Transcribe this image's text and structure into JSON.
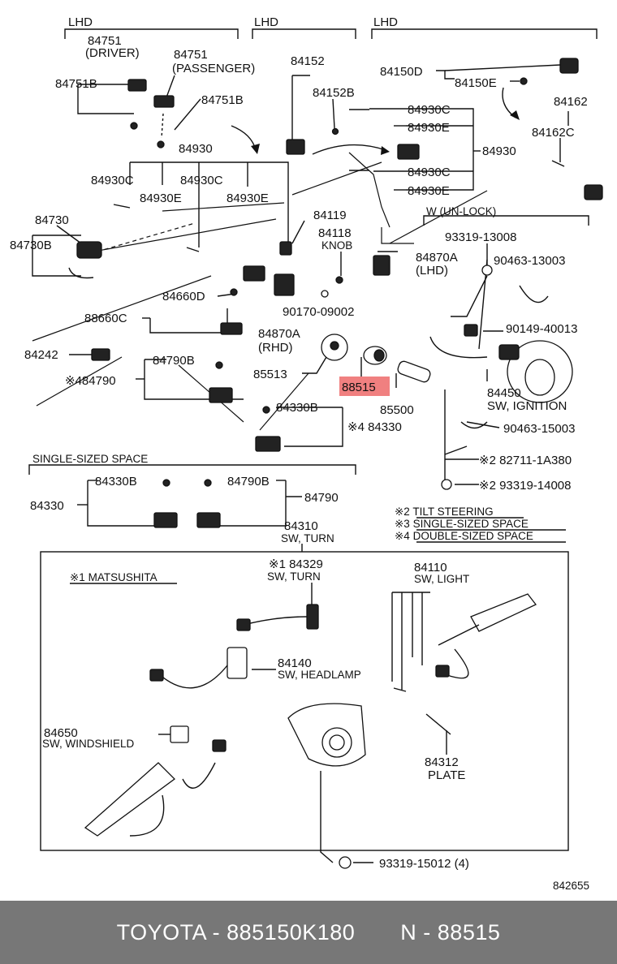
{
  "headers": [
    "LHD",
    "LHD",
    "LHD"
  ],
  "labels": [
    {
      "key": "p84751_driver",
      "text": "84751"
    },
    {
      "key": "driver",
      "text": "(DRIVER)"
    },
    {
      "key": "p84751_pass",
      "text": "84751"
    },
    {
      "key": "passenger",
      "text": "(PASSENGER)"
    },
    {
      "key": "p84751B_a",
      "text": "84751B"
    },
    {
      "key": "p84751B_b",
      "text": "84751B"
    },
    {
      "key": "p84152",
      "text": "84152"
    },
    {
      "key": "p84152B",
      "text": "84152B"
    },
    {
      "key": "p84150D",
      "text": "84150D"
    },
    {
      "key": "p84150E",
      "text": "84150E"
    },
    {
      "key": "p84162",
      "text": "84162"
    },
    {
      "key": "p84162C",
      "text": "84162C"
    },
    {
      "key": "p84930C_a",
      "text": "84930C"
    },
    {
      "key": "p84930E_a",
      "text": "84930E"
    },
    {
      "key": "p84930_r",
      "text": "84930"
    },
    {
      "key": "p84930C_b",
      "text": "84930C"
    },
    {
      "key": "p84930E_b",
      "text": "84930E"
    },
    {
      "key": "p84930_l",
      "text": "84930"
    },
    {
      "key": "p84930C_c",
      "text": "84930C"
    },
    {
      "key": "p84930C_d",
      "text": "84930C"
    },
    {
      "key": "p84930E_c",
      "text": "84930E"
    },
    {
      "key": "p84930E_d",
      "text": "84930E"
    },
    {
      "key": "p84730",
      "text": "84730"
    },
    {
      "key": "p84730B",
      "text": "84730B"
    },
    {
      "key": "p84119",
      "text": "84119"
    },
    {
      "key": "p84118",
      "text": "84118"
    },
    {
      "key": "knob",
      "text": "KNOB"
    },
    {
      "key": "p84870A_lhd",
      "text": "84870A"
    },
    {
      "key": "lhd_paren",
      "text": "(LHD)"
    },
    {
      "key": "wunlock",
      "text": "W (UN-LOCK)"
    },
    {
      "key": "p93319_13008",
      "text": "93319-13008"
    },
    {
      "key": "p90463_13003",
      "text": "90463-13003"
    },
    {
      "key": "p84660D",
      "text": "84660D"
    },
    {
      "key": "p88660C",
      "text": "88660C"
    },
    {
      "key": "p90170",
      "text": "90170-09002"
    },
    {
      "key": "p84870A_rhd",
      "text": "84870A"
    },
    {
      "key": "rhd_paren",
      "text": "(RHD)"
    },
    {
      "key": "p90149",
      "text": "90149-40013"
    },
    {
      "key": "p84242",
      "text": "84242"
    },
    {
      "key": "p84790B_a",
      "text": "84790B"
    },
    {
      "key": "p84790_a",
      "text": "※484790"
    },
    {
      "key": "p85513",
      "text": "85513"
    },
    {
      "key": "p88515_box",
      "text": "88515"
    },
    {
      "key": "p85500",
      "text": "85500"
    },
    {
      "key": "p84450",
      "text": "84450"
    },
    {
      "key": "sw_ignition",
      "text": "SW, IGNITION"
    },
    {
      "key": "p84330B_a",
      "text": "84330B"
    },
    {
      "key": "p84330_a",
      "text": "※4 84330"
    },
    {
      "key": "p90463_15003",
      "text": "90463-15003"
    },
    {
      "key": "single_sized",
      "text": "SINGLE-SIZED SPACE"
    },
    {
      "key": "p82711",
      "text": "※2  82711-1A380"
    },
    {
      "key": "p93319_14008",
      "text": "※2  93319-14008"
    },
    {
      "key": "p84330B_b",
      "text": "84330B"
    },
    {
      "key": "p84790B_b",
      "text": "84790B"
    },
    {
      "key": "p84330_b",
      "text": "84330"
    },
    {
      "key": "p84790_b",
      "text": "84790"
    },
    {
      "key": "note2",
      "text": "※2 TILT STEERING"
    },
    {
      "key": "note3",
      "text": "※3 SINGLE-SIZED SPACE"
    },
    {
      "key": "note4",
      "text": "※4 DOUBLE-SIZED SPACE"
    },
    {
      "key": "p84310",
      "text": "84310"
    },
    {
      "key": "sw_turn_a",
      "text": "SW, TURN"
    },
    {
      "key": "matsushita",
      "text": "※1 MATSUSHITA"
    },
    {
      "key": "p84329",
      "text": "※1  84329"
    },
    {
      "key": "sw_turn_b",
      "text": "SW, TURN"
    },
    {
      "key": "p84110",
      "text": "84110"
    },
    {
      "key": "sw_light",
      "text": "SW, LIGHT"
    },
    {
      "key": "p84140",
      "text": "84140"
    },
    {
      "key": "sw_headlamp",
      "text": "SW, HEADLAMP"
    },
    {
      "key": "p84650",
      "text": "84650"
    },
    {
      "key": "sw_windshield",
      "text": "SW, WINDSHIELD"
    },
    {
      "key": "p84312",
      "text": "84312"
    },
    {
      "key": "plate",
      "text": "PLATE"
    },
    {
      "key": "p93319_15012",
      "text": "93319-15012 (4)"
    },
    {
      "key": "diagram_no",
      "text": "842655"
    }
  ],
  "highlight": {
    "part": "88515",
    "color": "#f08080"
  },
  "footer": {
    "brand": "TOYOTA",
    "part_number": "885150K180",
    "ref": "N - 88515",
    "text": "TOYOTA - 885150K180       N - 88515"
  },
  "colors": {
    "footer_bg": "#777777",
    "footer_text": "#ffffff",
    "ink": "#111111"
  }
}
